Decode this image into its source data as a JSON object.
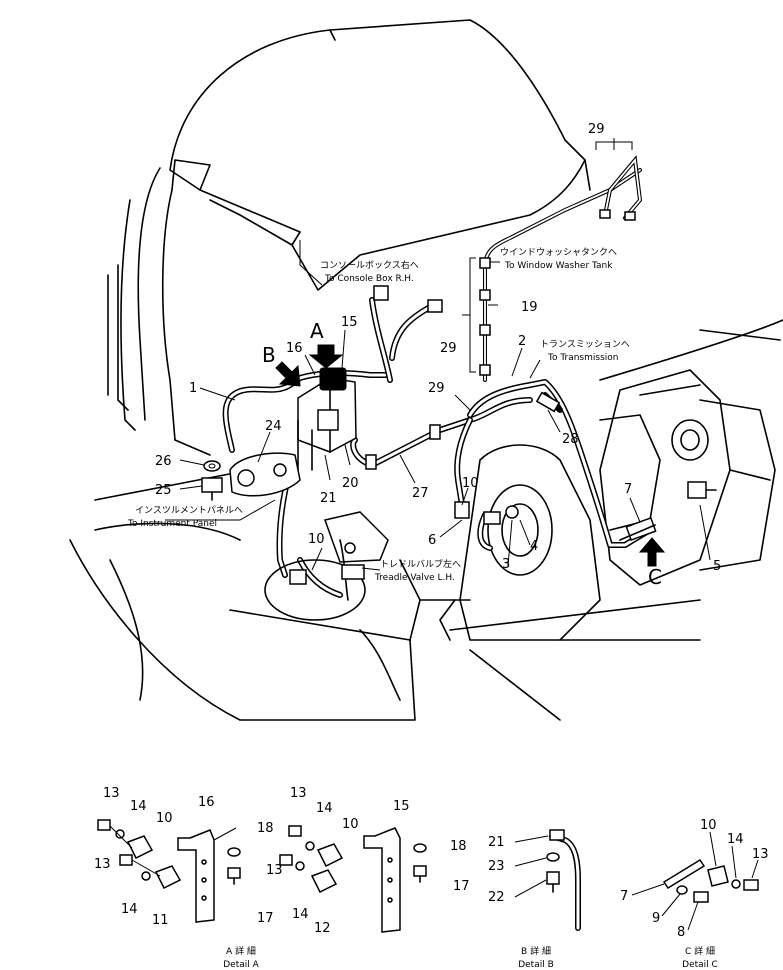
{
  "callouts": {
    "c1": "1",
    "c2": "2",
    "c3": "3",
    "c4": "4",
    "c5": "5",
    "c6": "6",
    "c7": "7",
    "c10a": "10",
    "c10b": "10",
    "c15": "15",
    "c16": "16",
    "c19": "19",
    "c20": "20",
    "c21": "21",
    "c24": "24",
    "c25": "25",
    "c26": "26",
    "c27": "27",
    "c28": "28",
    "c29a": "29",
    "c29b": "29",
    "c29c": "29"
  },
  "view_letters": {
    "a": "A",
    "b": "B",
    "c": "C"
  },
  "notes": {
    "console_jp": "コンソールボックス右へ",
    "console_en": "To Console Box R.H.",
    "washer_jp": "ウインドウォッシャタンクへ",
    "washer_en": "To Window Washer Tank",
    "trans_jp": "トランスミッションへ",
    "trans_en": "To Transmission",
    "instr_jp": "インスツルメントパネルへ",
    "instr_en": "To Instrument Panel",
    "treadle_jp": "トレドルバルブ左へ",
    "treadle_en": "Treadle Valve L.H."
  },
  "detail_a": {
    "n13a": "13",
    "n14a": "14",
    "n10": "10",
    "n16": "16",
    "n18": "18",
    "n13b": "13",
    "n14b": "14",
    "n11": "11",
    "n17": "17",
    "caption_jp": "A 詳 細",
    "caption_en": "Detail A"
  },
  "detail_a2": {
    "n13a": "13",
    "n14a": "14",
    "n10": "10",
    "n15": "15",
    "n18": "18",
    "n13b": "13",
    "n14b": "14",
    "n12": "12",
    "n17": "17"
  },
  "detail_b": {
    "n21": "21",
    "n23": "23",
    "n22": "22",
    "caption_jp": "B 詳 細",
    "caption_en": "Detail B"
  },
  "detail_c": {
    "n10": "10",
    "n14": "14",
    "n13": "13",
    "n7": "7",
    "n9": "9",
    "n8": "8",
    "caption_jp": "C 詳 細",
    "caption_en": "Detail C"
  }
}
